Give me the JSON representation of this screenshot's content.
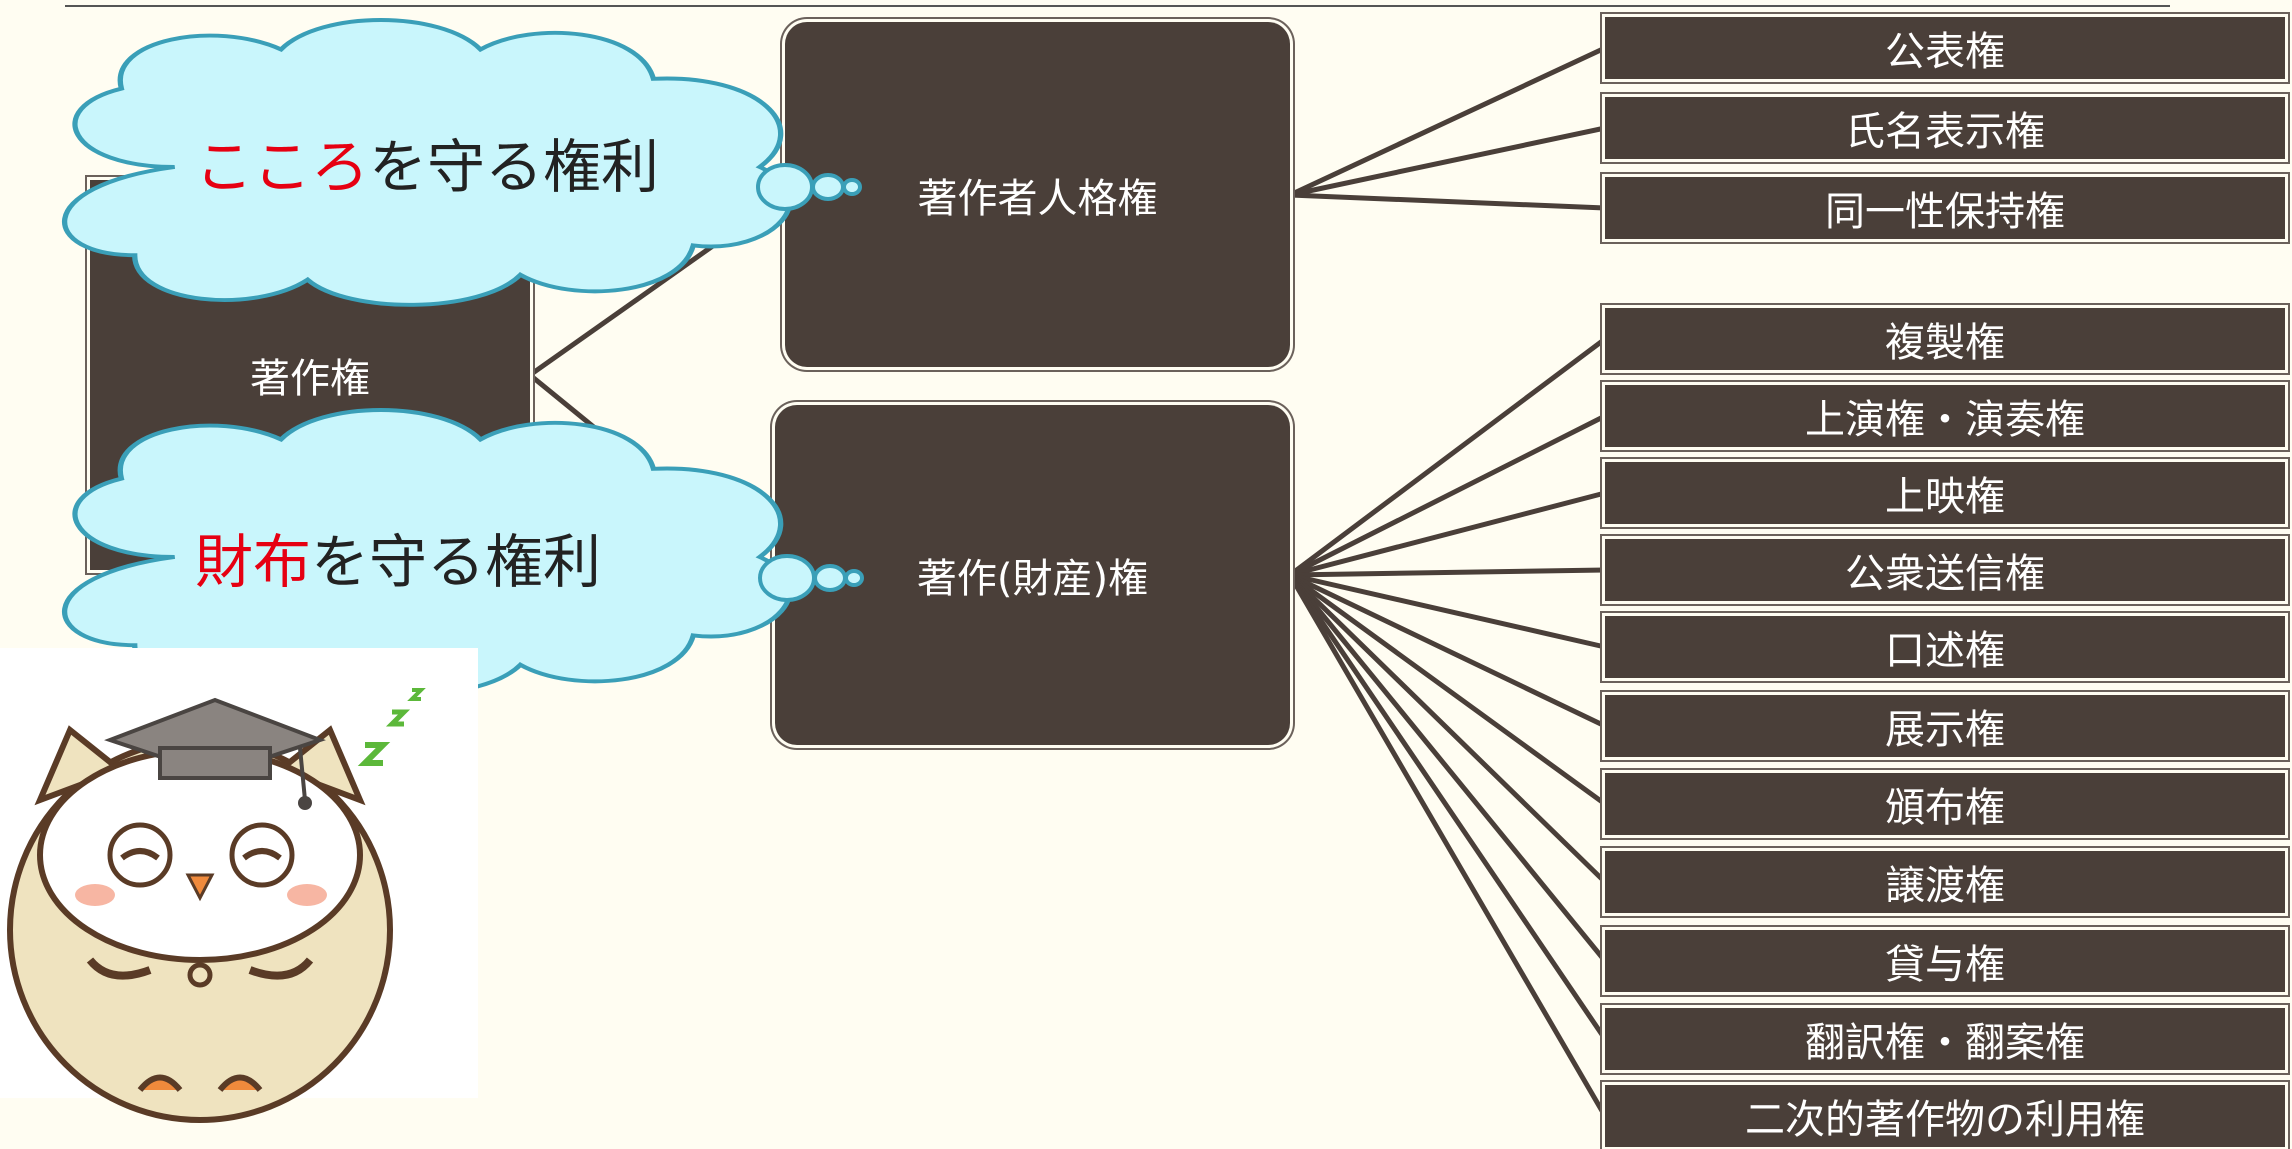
{
  "root": {
    "label": "著作権"
  },
  "moral_rights": {
    "label": "著作者人格権",
    "items": [
      "公表権",
      "氏名表示権",
      "同一性保持権"
    ]
  },
  "property_rights": {
    "label": "著作(財産)権",
    "items": [
      "複製権",
      "上演権・演奏権",
      "上映権",
      "公衆送信権",
      "口述権",
      "展示権",
      "頒布権",
      "譲渡権",
      "貸与権",
      "翻訳権・翻案権",
      "二次的著作物の利用権"
    ]
  },
  "clouds": {
    "heart": {
      "highlight": "こころ",
      "rest": "を守る権利"
    },
    "wallet": {
      "highlight": "財布",
      "rest": "を守る権利"
    }
  },
  "colors": {
    "box": "#4a3f39",
    "cloud": "#c9f6fc",
    "highlight": "#e60012",
    "background": "#fffdf2"
  }
}
